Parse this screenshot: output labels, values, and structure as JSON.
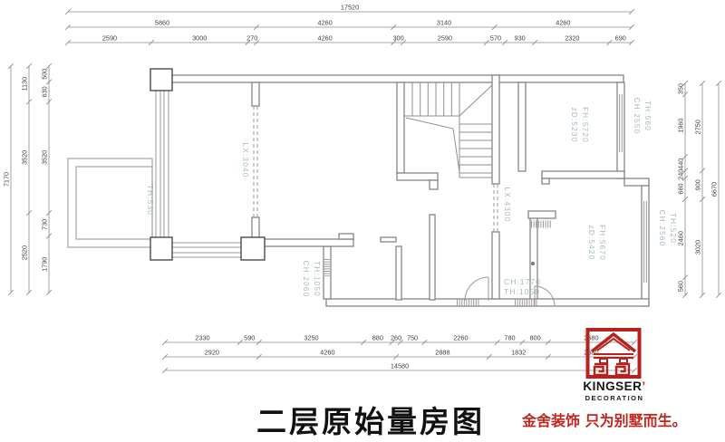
{
  "title": "二层原始量房图",
  "brand": {
    "name": "KINGSER",
    "name_mark": "’",
    "subname": "DECORATION",
    "tagline": "金舍装饰 只为别墅而生。"
  },
  "colors": {
    "wall": "#858585",
    "post": "#4a4a4a",
    "dim_line": "#8c8c8c",
    "dim_text": "#3f3f3f",
    "room_label": "#a5bcba",
    "brand_red": "#b6231f"
  },
  "dimensions": {
    "top": {
      "row1": [
        "17520"
      ],
      "row2": [
        "5860",
        "4260",
        "3140",
        "4260"
      ],
      "row3": [
        "2590",
        "3000",
        "270",
        "4260",
        "300",
        "2590",
        "570",
        "930",
        "2320",
        "690"
      ]
    },
    "left": {
      "outer": [
        "7170"
      ],
      "mid": [
        "1130",
        "3520",
        "2520"
      ],
      "inner": [
        "500",
        "630",
        "3520",
        "730",
        "1790"
      ]
    },
    "right": {
      "outer": [
        "6670"
      ],
      "mid": [
        "2750",
        "900",
        "3020"
      ],
      "inner": [
        "350",
        "1960",
        "440",
        "240",
        "660",
        "2460",
        "560"
      ]
    },
    "bottom": {
      "row1": [
        "2330",
        "590",
        "3250",
        "880",
        "260",
        "750",
        "2260",
        "780",
        "800",
        "2680"
      ],
      "row2": [
        "2920",
        "4260",
        "2888",
        "1832",
        "2680"
      ],
      "row3": [
        "14580"
      ]
    }
  },
  "room_labels": [
    {
      "id": "th530",
      "lines": [
        "TH:530"
      ]
    },
    {
      "id": "lx3040",
      "lines": [
        "LX:3040"
      ]
    },
    {
      "id": "ch2060",
      "lines": [
        "CH:2060",
        "TH:1050"
      ]
    },
    {
      "id": "lx4300",
      "lines": [
        "LX:4300"
      ]
    },
    {
      "id": "ch1770",
      "lines": [
        "CH:1770",
        "TH:1050"
      ]
    },
    {
      "id": "fh5720",
      "lines": [
        "FH:5720",
        "zD:5230"
      ]
    },
    {
      "id": "ch2550",
      "lines": [
        "CH:2550",
        "TH:560"
      ]
    },
    {
      "id": "fh5670",
      "lines": [
        "FH:5670",
        "zD:5420"
      ]
    },
    {
      "id": "ch2560",
      "lines": [
        "CH:2560",
        "TH:520"
      ]
    }
  ]
}
